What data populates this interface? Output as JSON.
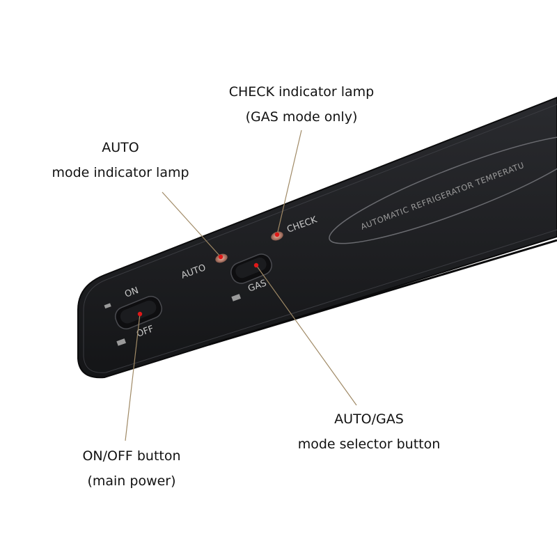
{
  "panel": {
    "brand_text": "AUTOMATIC REFRIGERATOR TEMPERATU",
    "label_on": "ON",
    "label_off": "OFF",
    "label_auto": "AUTO",
    "label_gas": "GAS",
    "label_check": "CHECK"
  },
  "callouts": {
    "check_lamp": {
      "line1": "CHECK indicator lamp",
      "line2": "(GAS mode only)"
    },
    "auto_lamp": {
      "line1": "AUTO",
      "line2": "mode indicator lamp"
    },
    "mode_button": {
      "line1": "AUTO/GAS",
      "line2": "mode selector button"
    },
    "power_button": {
      "line1": "ON/OFF button",
      "line2": "(main power)"
    }
  },
  "colors": {
    "panel": "#1c1d20",
    "leader_line": "#a08a66",
    "marker": "#e01818",
    "lamp": "#c86a52"
  }
}
